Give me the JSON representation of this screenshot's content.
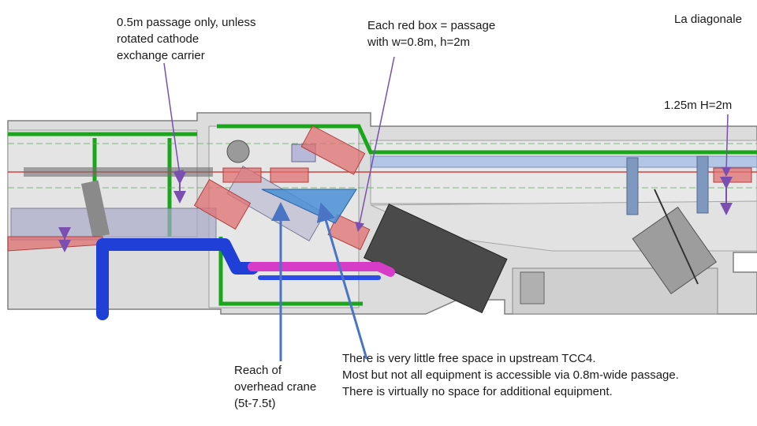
{
  "annotations": {
    "passage_note": "0.5m passage only, unless\nrotated cathode\nexchange carrier",
    "red_box_note": "Each red box = passage\nwith w=0.8m, h=2m",
    "diagonale_title": "La diagonale",
    "diagonale_dims": "1.25m   H=2m",
    "crane_note": "Reach of\noverhead crane\n(5t-7.5t)",
    "space_note": "There is very little free space in upstream TCC4.\nMost but not all equipment is accessible via 0.8m-wide passage.\nThere is virtually no space for additional equipment."
  },
  "colors": {
    "passage_box": "#e07070",
    "crane_reach": "#4a8fd6",
    "arrow_blue": "#4a74c4",
    "arrow_purple": "#7a4fb0",
    "beam_pipe_blue": "#1f3fd6",
    "beam_pipe_magenta": "#d63cc8",
    "support_green": "#1aa61a",
    "tunnel_wall": "#d9d9d9"
  }
}
